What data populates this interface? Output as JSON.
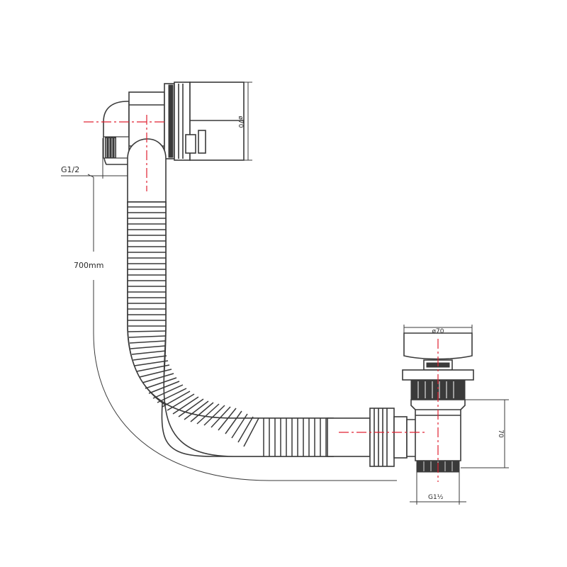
{
  "labels": {
    "inlet_thread": "G1/2",
    "hose_length": "700mm",
    "overflow_diameter": "ø70",
    "waste_diameter": "ø70",
    "waste_height": "70",
    "waste_thread": "G1½"
  },
  "colors": {
    "line": "#3a3a3a",
    "axis": "#e02030"
  }
}
